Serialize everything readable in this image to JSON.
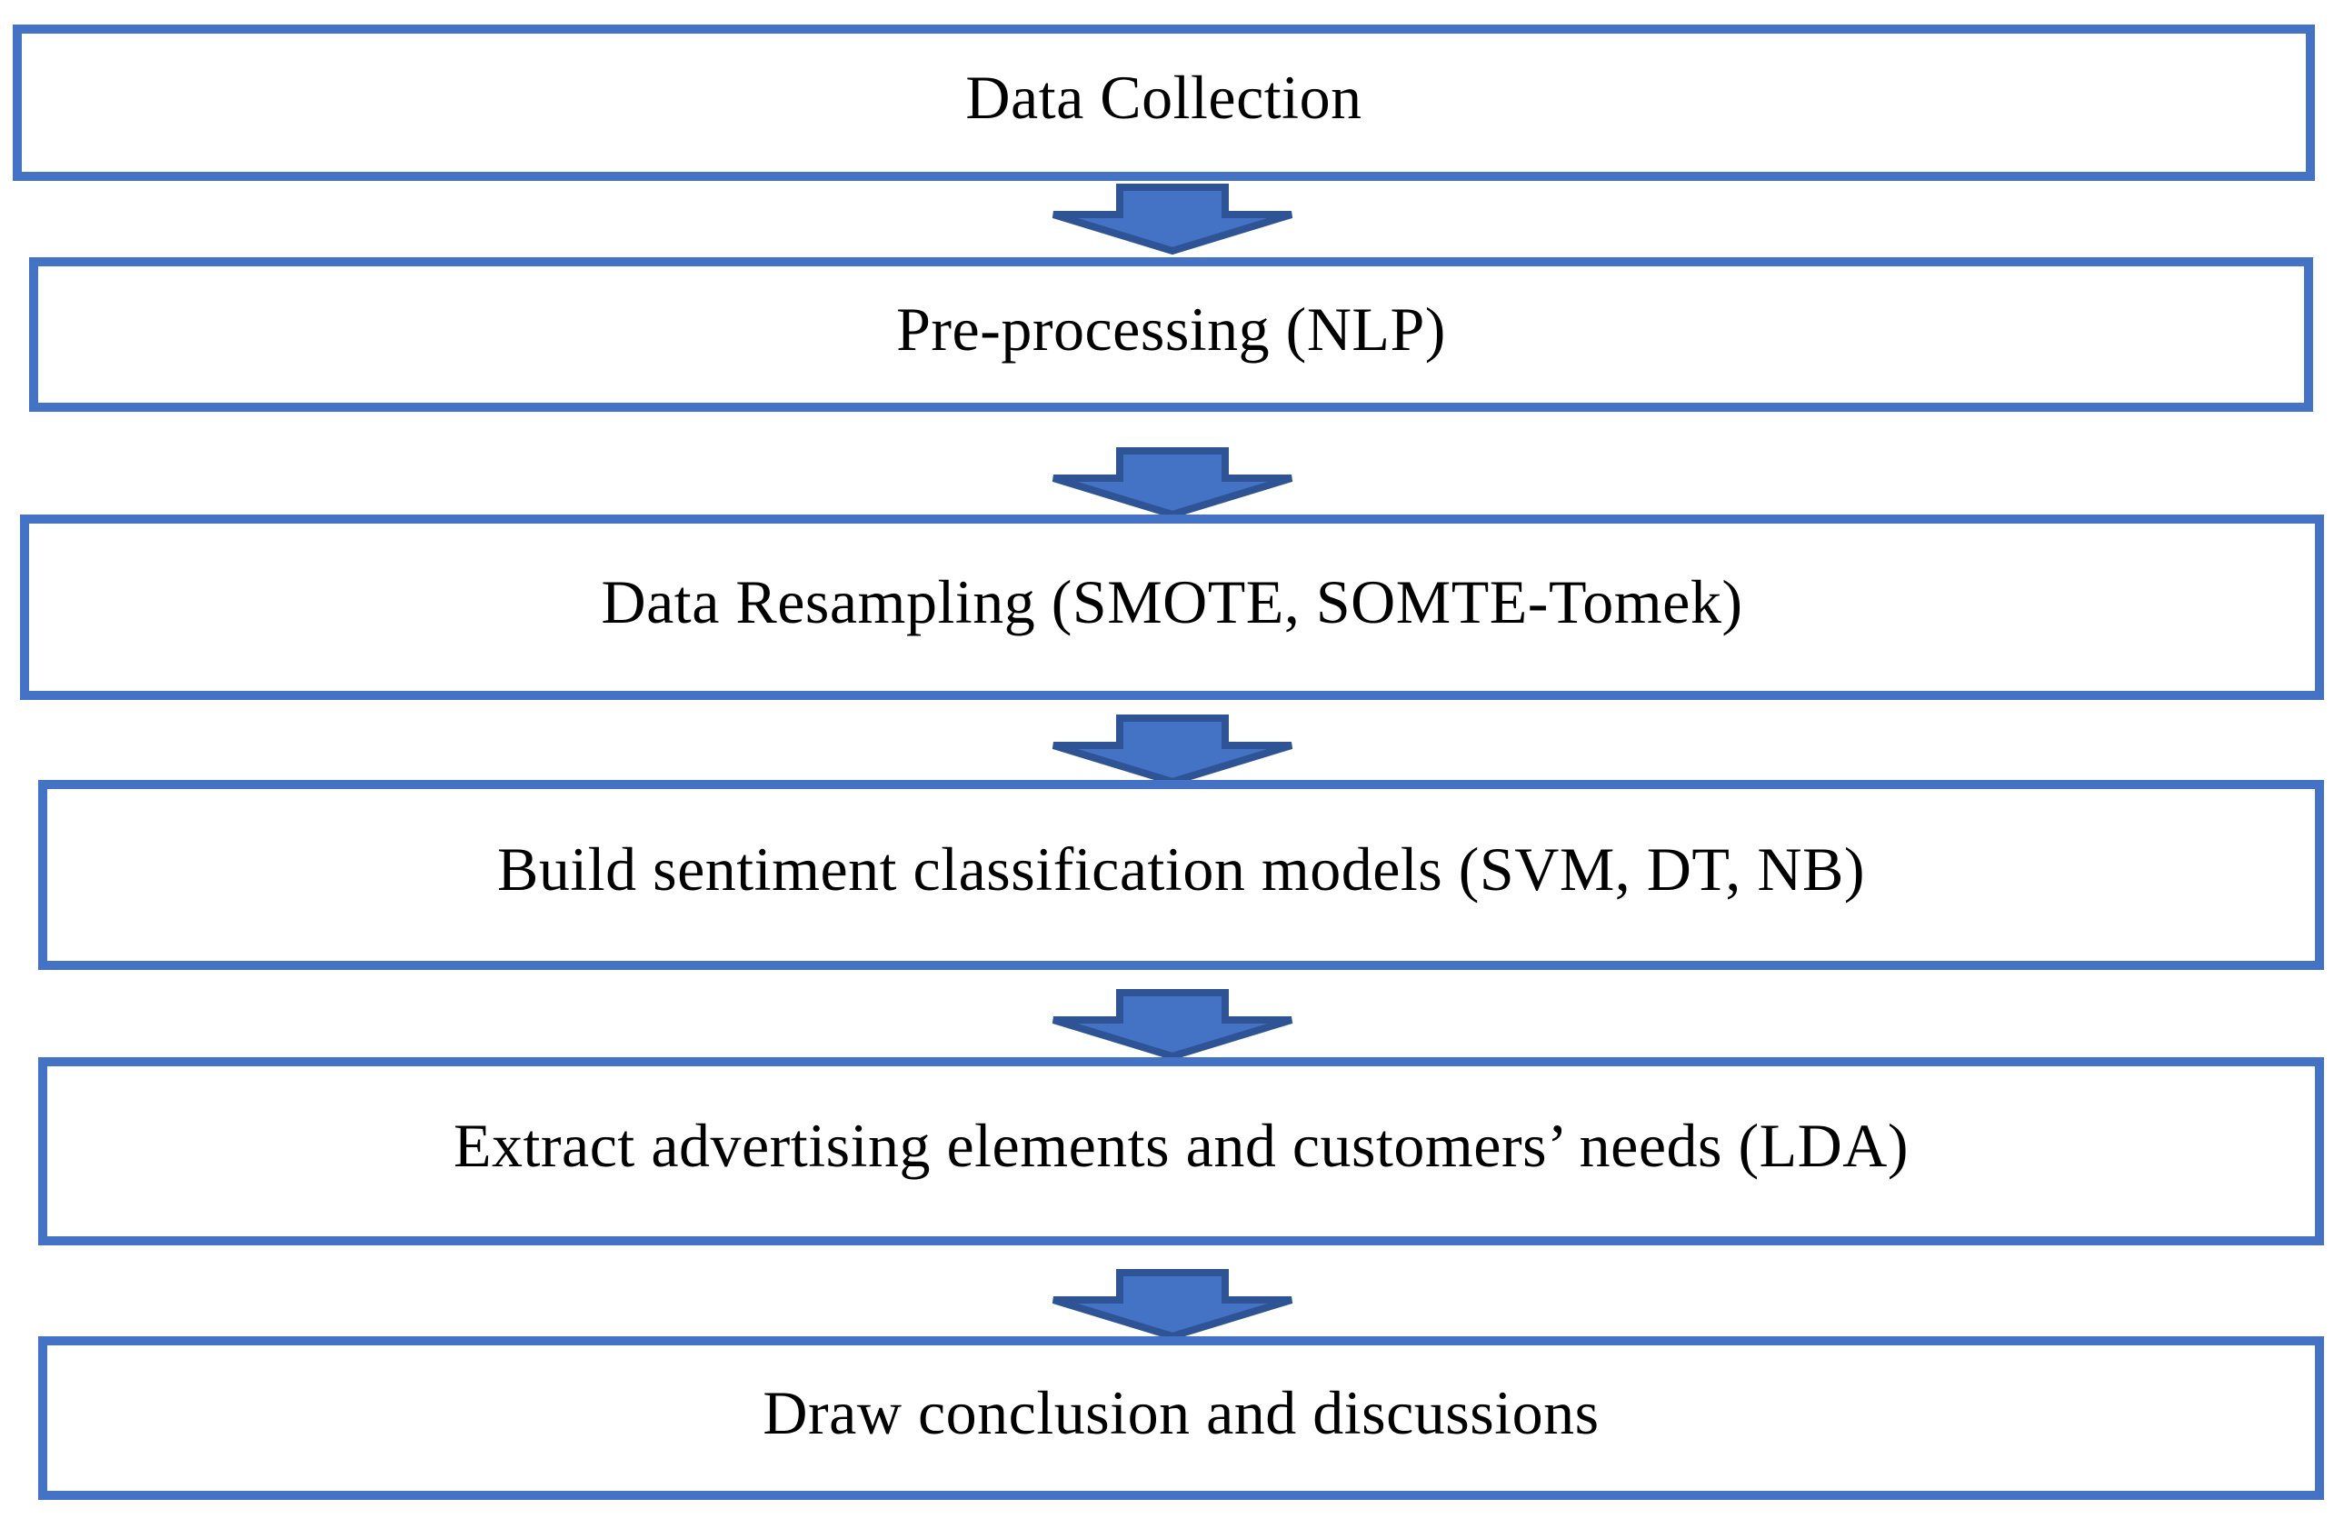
{
  "colors": {
    "box_border": "#4472C4",
    "box_fill": "#FFFFFF",
    "arrow_fill": "#4472C4",
    "arrow_outline": "#2F5496",
    "text": "#000000",
    "page_bg": "#FFFFFF"
  },
  "flowchart": {
    "connector": "block-down-arrow",
    "steps": [
      {
        "label": "Data Collection"
      },
      {
        "label": "Pre-processing (NLP)"
      },
      {
        "label": "Data Resampling (SMOTE, SOMTE-Tomek)"
      },
      {
        "label": "Build sentiment classification models (SVM, DT, NB)"
      },
      {
        "label": "Extract advertising elements and customers’ needs (LDA)"
      },
      {
        "label": "Draw conclusion and discussions"
      }
    ]
  }
}
